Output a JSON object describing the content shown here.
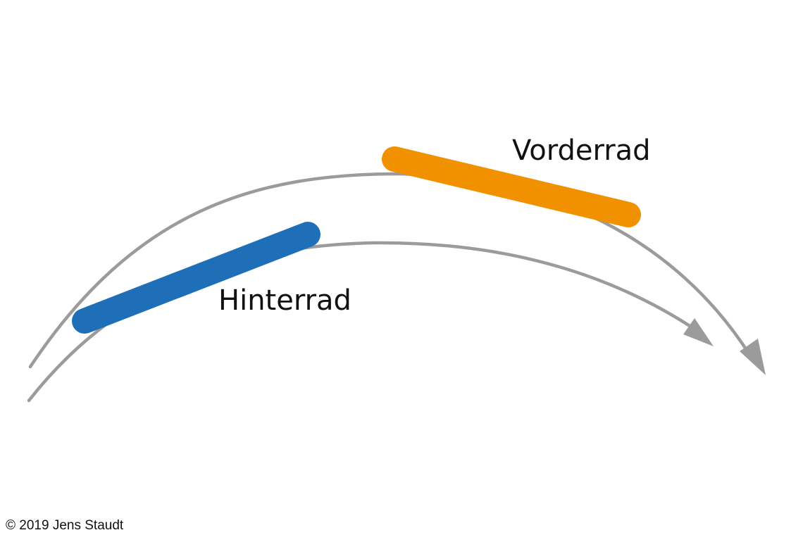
{
  "diagram": {
    "labels": {
      "front_wheel": "Vorderrad",
      "rear_wheel": "Hinterrad"
    },
    "colors": {
      "front_wheel": "#F29100",
      "rear_wheel": "#1F6FB8",
      "path": "#9B9B9B",
      "text": "#111111"
    }
  },
  "footer": {
    "copyright": "© 2019 Jens Staudt"
  }
}
